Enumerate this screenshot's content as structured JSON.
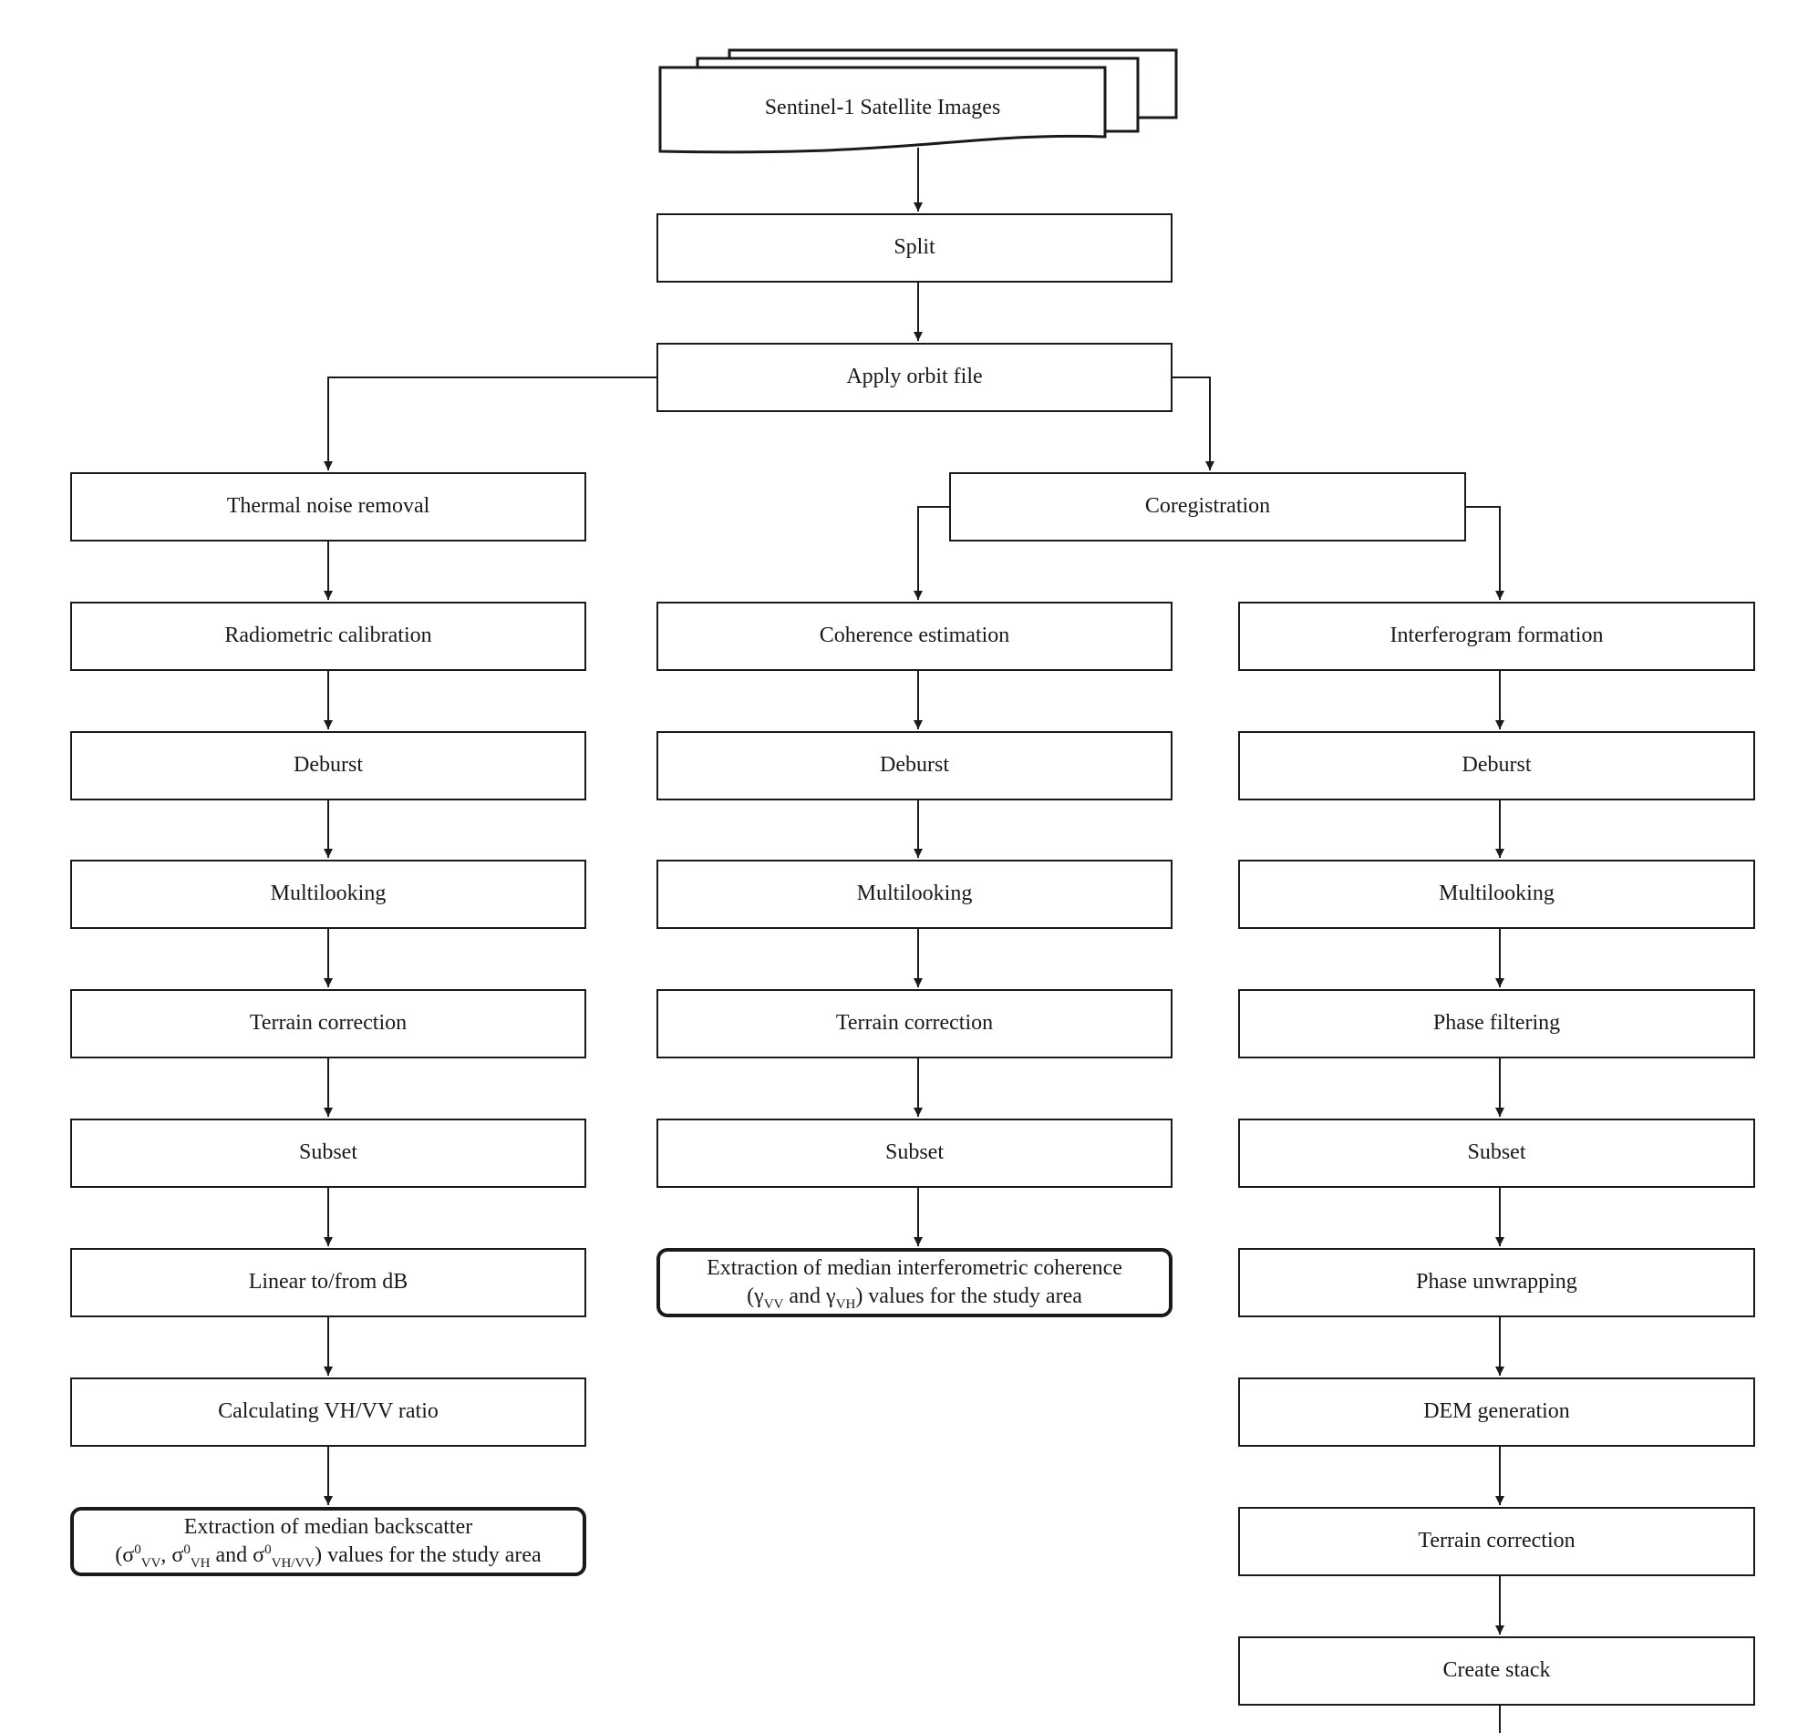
{
  "diagram": {
    "source_label": "Sentinel-1 Satellite Images",
    "split": "Split",
    "apply_orbit": "Apply orbit file",
    "left_branch": {
      "steps": [
        "Thermal noise removal",
        "Radiometric calibration",
        "Deburst",
        "Multilooking",
        "Terrain correction",
        "Subset",
        "Linear to/from dB",
        "Calculating VH/VV ratio"
      ],
      "output": {
        "line1": "Extraction of median backscatter",
        "open": "(σ",
        "sup0": "0",
        "sub_vv": "VV",
        "sep1": ", σ",
        "sub_vh": "VH",
        "sep2": " and σ",
        "sub_ratio": "VH/VV",
        "tail": ") values for the study area"
      }
    },
    "coregistration": "Coregistration",
    "middle_branch": {
      "steps": [
        "Coherence estimation",
        "Deburst",
        "Multilooking",
        "Terrain correction",
        "Subset"
      ],
      "output": {
        "line1": "Extraction of median interferometric coherence",
        "open": "(γ",
        "sub_vv": "VV",
        "mid": " and γ",
        "sub_vh": "VH",
        "tail": ") values for the study area"
      }
    },
    "right_branch": {
      "steps": [
        "Interferogram formation",
        "Deburst",
        "Multilooking",
        "Phase filtering",
        "Subset",
        "Phase unwrapping",
        "DEM generation",
        "Terrain correction",
        "Create stack"
      ]
    }
  }
}
